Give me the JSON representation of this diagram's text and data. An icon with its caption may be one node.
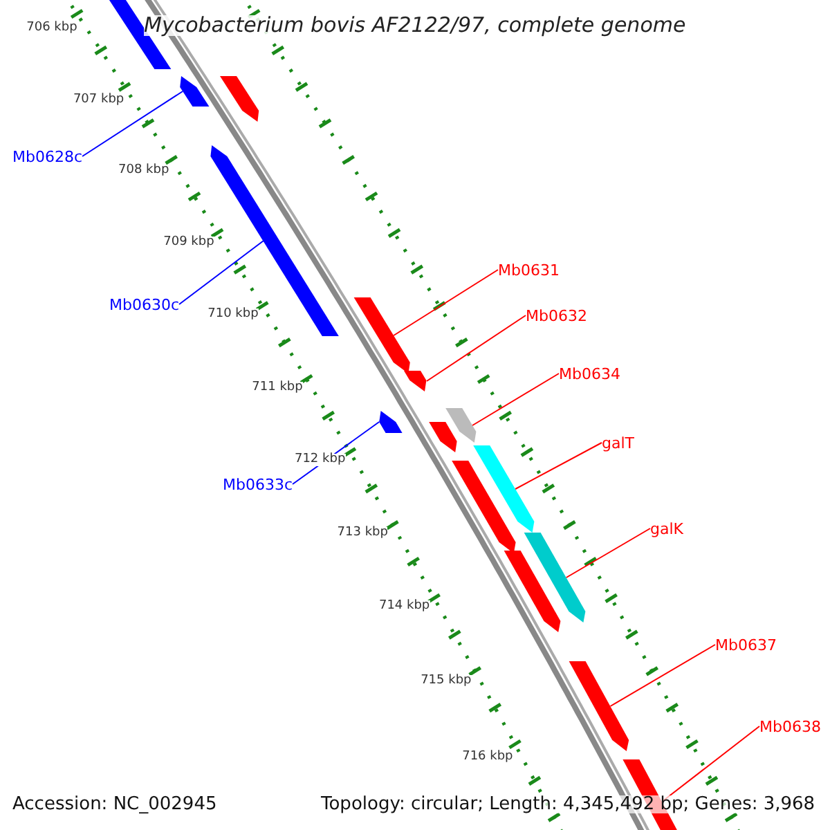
{
  "diagram": {
    "title": "Mycobacterium bovis AF2122/97, complete genome",
    "nodes": [
      {
        "text": [],
        "shape": "bar"
      },
      {
        "text": [],
        "shape": "bar"
      },
      {
        "text": [],
        "shape": "bar"
      },
      {
        "text": [
          "Mb0628c"
        ]
      },
      {
        "text": [],
        "shape": "bar"
      },
      {
        "text": [
          "Mb0630c"
        ]
      },
      {
        "text": [],
        "shape": "bar"
      },
      {
        "text": [
          "Mb0631"
        ]
      },
      {
        "text": [],
        "shape": "bar"
      },
      {
        "text": [
          "Mb0632"
        ]
      },
      {
        "text": [],
        "shape": "bar"
      },
      {
        "text": [
          "Mb0634"
        ]
      },
      {
        "text": [],
        "shape": "bar"
      },
      {
        "text": [],
        "shape": "bar"
      },
      {
        "text": [
          "Mb0633c"
        ]
      },
      {
        "text": [
          "galT"
        ]
      },
      {
        "text": [],
        "shape": "bar"
      },
      {
        "text": [],
        "shape": "bar"
      },
      {
        "text": [
          "galK"
        ]
      },
      {
        "text": [],
        "shape": "bar"
      },
      {
        "text": [],
        "shape": "bar"
      },
      {
        "text": [
          "Mb0637"
        ]
      },
      {
        "text": [],
        "shape": "bar"
      },
      {
        "text": [
          "Mb0638"
        ]
      },
      {
        "text": [],
        "shape": "bar"
      }
    ],
    "edges": [
      {
        "from": 3,
        "to": 1,
        "arrow": "none",
        "color": "#0000ff"
      },
      {
        "from": 5,
        "to": 4,
        "arrow": "none",
        "color": "#0000ff"
      },
      {
        "from": 7,
        "to": 6,
        "arrow": "none"
      },
      {
        "from": 9,
        "to": 8,
        "arrow": "none"
      },
      {
        "from": 11,
        "to": 12,
        "arrow": "none"
      },
      {
        "from": 14,
        "to": 10,
        "arrow": "none",
        "color": "#0000ff"
      },
      {
        "from": 15,
        "to": 16,
        "arrow": "none"
      },
      {
        "from": 18,
        "to": 19,
        "arrow": "none"
      },
      {
        "from": 21,
        "to": 22,
        "arrow": "none"
      },
      {
        "from": 23,
        "to": 24,
        "arrow": "none"
      }
    ],
    "labels": [
      "706 kbp",
      "707 kbp",
      "708 kbp",
      "709 kbp",
      "710 kbp",
      "711 kbp",
      "712 kbp",
      "713 kbp",
      "714 kbp",
      "715 kbp",
      "716 kbp",
      "Accession: NC_002945",
      "Topology: circular; Length: 4,345,492 bp; Genes: 3,968"
    ]
  }
}
